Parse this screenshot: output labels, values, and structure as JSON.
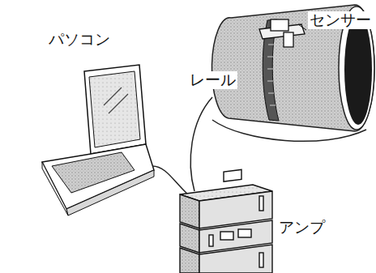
{
  "diagram": {
    "labels": [
      "センサー",
      "パソコン",
      "レール",
      "アンプ"
    ]
  }
}
